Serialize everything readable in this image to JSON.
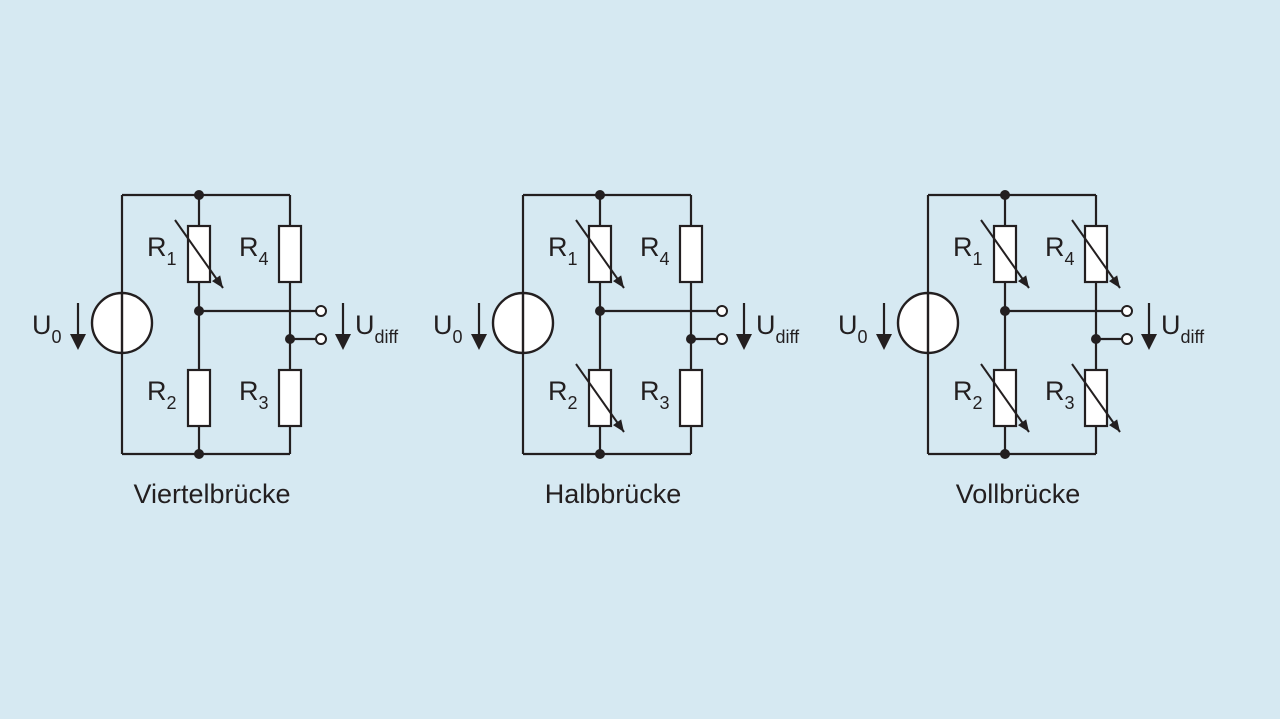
{
  "background": "#d6e9f2",
  "line_color": "#231f20",
  "bridges": [
    {
      "caption": "Viertelbrücke",
      "source": {
        "main": "U",
        "sub": "0"
      },
      "output": {
        "main": "U",
        "sub": "diff"
      },
      "resistors": [
        {
          "main": "R",
          "sub": "1",
          "variable": true
        },
        {
          "main": "R",
          "sub": "4",
          "variable": false
        },
        {
          "main": "R",
          "sub": "2",
          "variable": false
        },
        {
          "main": "R",
          "sub": "3",
          "variable": false
        }
      ]
    },
    {
      "caption": "Halbbrücke",
      "source": {
        "main": "U",
        "sub": "0"
      },
      "output": {
        "main": "U",
        "sub": "diff"
      },
      "resistors": [
        {
          "main": "R",
          "sub": "1",
          "variable": true
        },
        {
          "main": "R",
          "sub": "4",
          "variable": false
        },
        {
          "main": "R",
          "sub": "2",
          "variable": true
        },
        {
          "main": "R",
          "sub": "3",
          "variable": false
        }
      ]
    },
    {
      "caption": "Vollbrücke",
      "source": {
        "main": "U",
        "sub": "0"
      },
      "output": {
        "main": "U",
        "sub": "diff"
      },
      "resistors": [
        {
          "main": "R",
          "sub": "1",
          "variable": true
        },
        {
          "main": "R",
          "sub": "4",
          "variable": true
        },
        {
          "main": "R",
          "sub": "2",
          "variable": true
        },
        {
          "main": "R",
          "sub": "3",
          "variable": true
        }
      ]
    }
  ]
}
